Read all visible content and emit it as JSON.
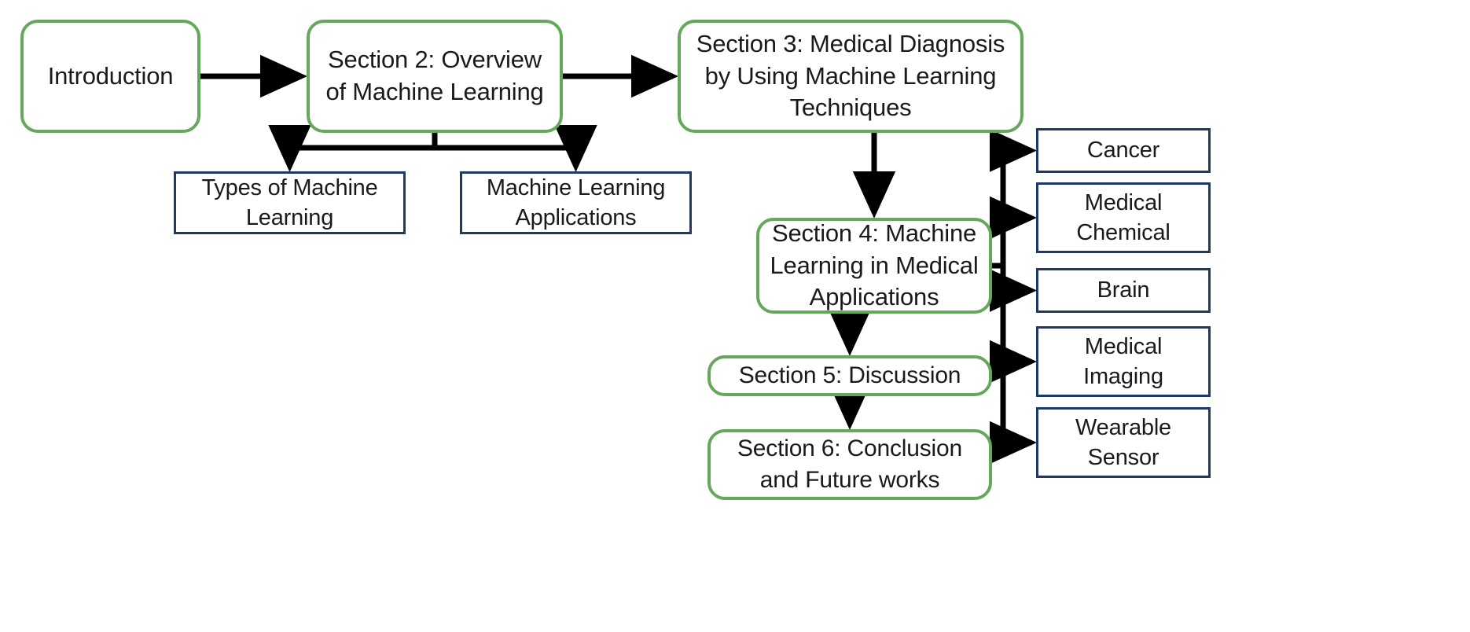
{
  "diagram": {
    "title": "Paper Organization Flowchart",
    "colors": {
      "green_border": "#64a85a",
      "blue_border": "#1f3864",
      "connector": "#000000",
      "text": "#1a1a1a",
      "background": "#ffffff"
    },
    "nodes": {
      "introduction": "Introduction",
      "section2": "Section 2: Overview\nof Machine Learning",
      "section3": "Section 3: Medical Diagnosis\nby Using Machine Learning\nTechniques",
      "types_of_ml": "Types of Machine\nLearning",
      "ml_applications": "Machine Learning\nApplications",
      "section4": "Section 4: Machine\nLearning in Medical\nApplications",
      "section5": "Section 5: Discussion",
      "section6": "Section 6: Conclusion\nand Future works",
      "cancer": "Cancer",
      "medical_chemical": "Medical\nChemical",
      "brain": "Brain",
      "medical_imaging": "Medical\nImaging",
      "wearable_sensor": "Wearable\nSensor"
    },
    "edges": [
      {
        "from": "introduction",
        "to": "section2",
        "type": "arrow-right"
      },
      {
        "from": "section2",
        "to": "section3",
        "type": "arrow-right"
      },
      {
        "from": "section2",
        "to": "types_of_ml",
        "type": "arrow-split-down"
      },
      {
        "from": "section2",
        "to": "ml_applications",
        "type": "arrow-split-down"
      },
      {
        "from": "section3",
        "to": "section4",
        "type": "arrow-down"
      },
      {
        "from": "section4",
        "to": "section5",
        "type": "arrow-down"
      },
      {
        "from": "section5",
        "to": "section6",
        "type": "arrow-down"
      },
      {
        "from": "section4",
        "to": "cancer",
        "type": "arrow-branch-right"
      },
      {
        "from": "section4",
        "to": "medical_chemical",
        "type": "arrow-branch-right"
      },
      {
        "from": "section4",
        "to": "brain",
        "type": "arrow-branch-right"
      },
      {
        "from": "section4",
        "to": "medical_imaging",
        "type": "arrow-branch-right"
      },
      {
        "from": "section4",
        "to": "wearable_sensor",
        "type": "arrow-branch-right"
      }
    ]
  }
}
